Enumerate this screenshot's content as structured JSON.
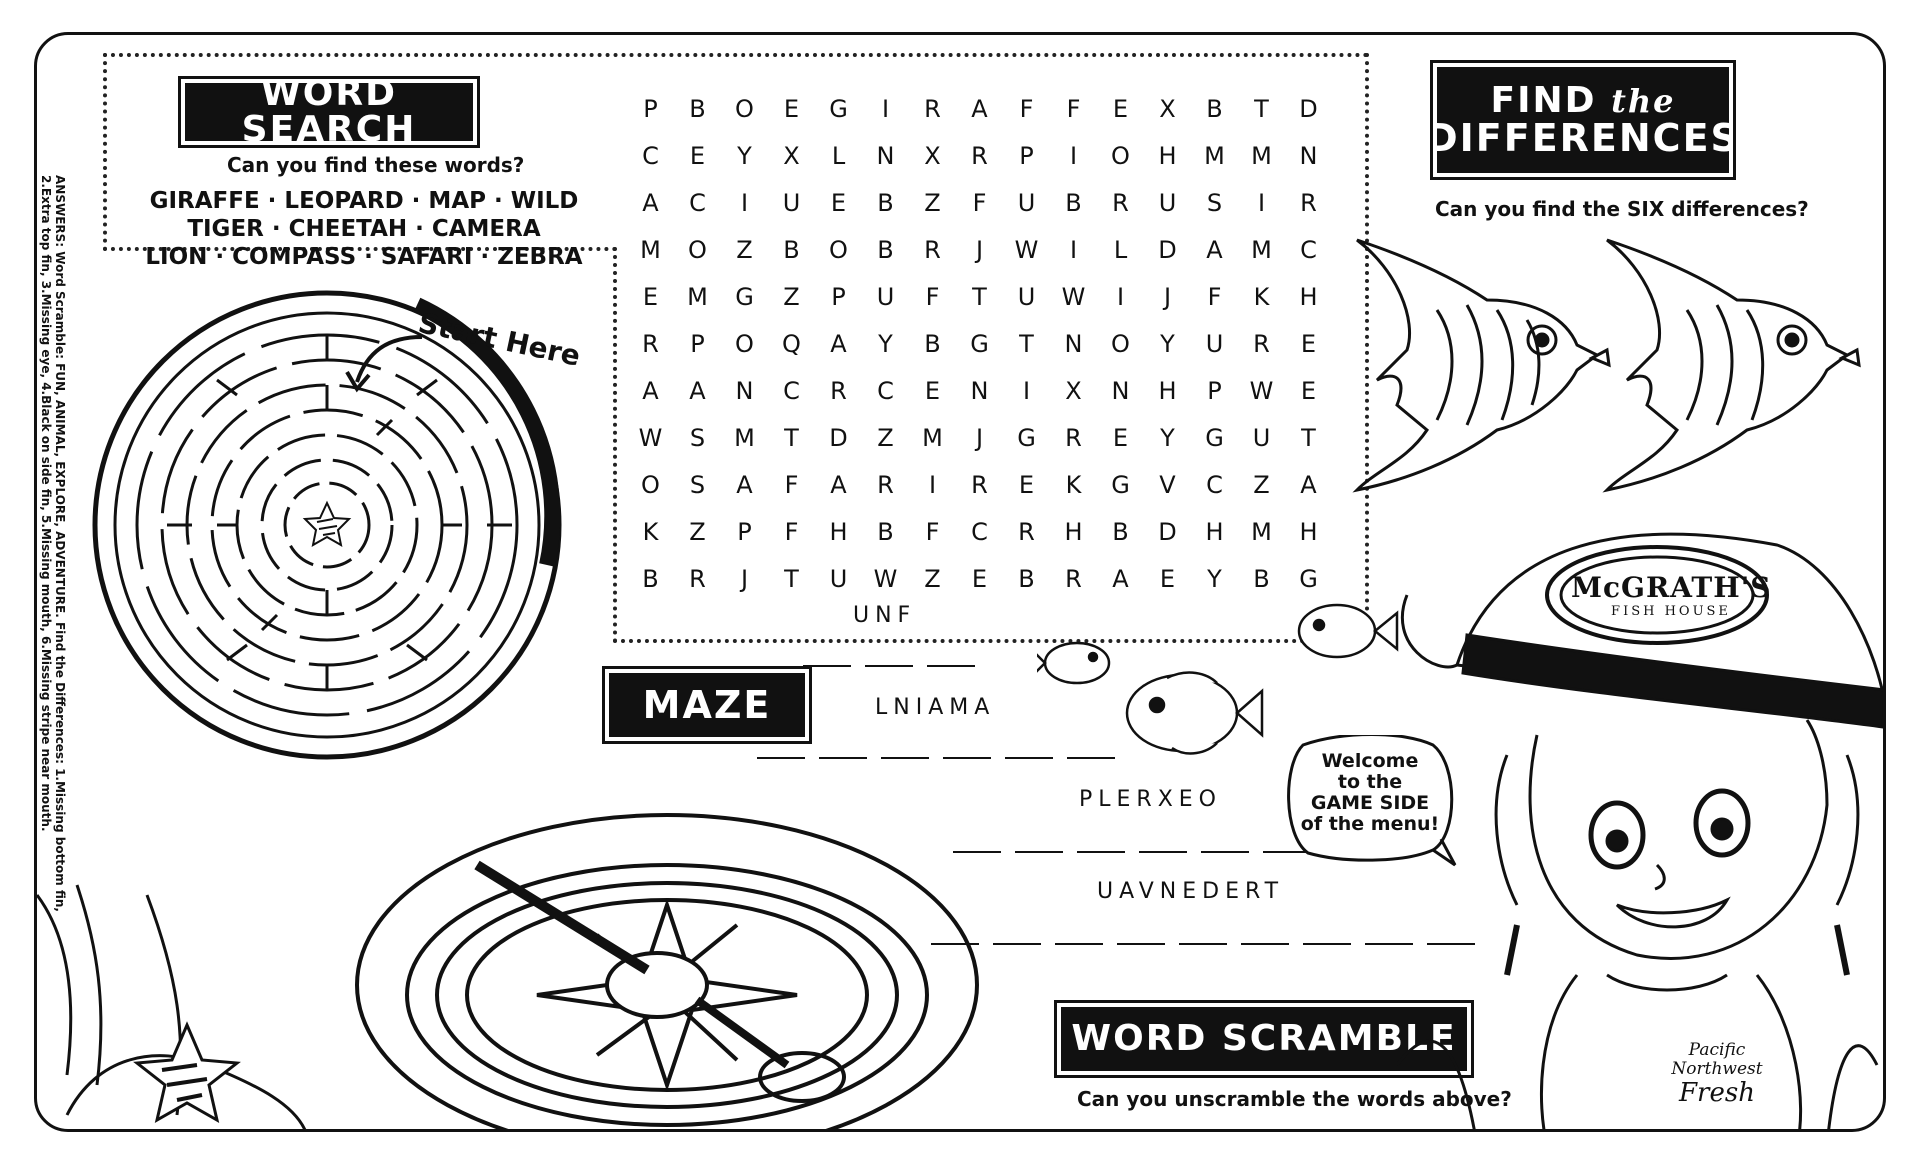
{
  "word_search": {
    "title": "WORD SEARCH",
    "prompt": "Can you find these words?",
    "word_lines": [
      "GIRAFFE · LEOPARD · MAP · WILD",
      "TIGER · CHEETAH · CAMERA",
      "LION · COMPASS · SAFARI · ZEBRA"
    ],
    "grid": [
      [
        "P",
        "B",
        "O",
        "E",
        "G",
        "I",
        "R",
        "A",
        "F",
        "F",
        "E",
        "X",
        "B",
        "T",
        "D"
      ],
      [
        "C",
        "E",
        "Y",
        "X",
        "L",
        "N",
        "X",
        "R",
        "P",
        "I",
        "O",
        "H",
        "M",
        "M",
        "N"
      ],
      [
        "A",
        "C",
        "I",
        "U",
        "E",
        "B",
        "Z",
        "F",
        "U",
        "B",
        "R",
        "U",
        "S",
        "I",
        "R"
      ],
      [
        "M",
        "O",
        "Z",
        "B",
        "O",
        "B",
        "R",
        "J",
        "W",
        "I",
        "L",
        "D",
        "A",
        "M",
        "C"
      ],
      [
        "E",
        "M",
        "G",
        "Z",
        "P",
        "U",
        "F",
        "T",
        "U",
        "W",
        "I",
        "J",
        "F",
        "K",
        "H"
      ],
      [
        "R",
        "P",
        "O",
        "Q",
        "A",
        "Y",
        "B",
        "G",
        "T",
        "N",
        "O",
        "Y",
        "U",
        "R",
        "E"
      ],
      [
        "A",
        "A",
        "N",
        "C",
        "R",
        "C",
        "E",
        "N",
        "I",
        "X",
        "N",
        "H",
        "P",
        "W",
        "E"
      ],
      [
        "W",
        "S",
        "M",
        "T",
        "D",
        "Z",
        "M",
        "J",
        "G",
        "R",
        "E",
        "Y",
        "G",
        "U",
        "T"
      ],
      [
        "O",
        "S",
        "A",
        "F",
        "A",
        "R",
        "I",
        "R",
        "E",
        "K",
        "G",
        "V",
        "C",
        "Z",
        "A"
      ],
      [
        "K",
        "Z",
        "P",
        "F",
        "H",
        "B",
        "F",
        "C",
        "R",
        "H",
        "B",
        "D",
        "H",
        "M",
        "H"
      ],
      [
        "B",
        "R",
        "J",
        "T",
        "U",
        "W",
        "Z",
        "E",
        "B",
        "R",
        "A",
        "E",
        "Y",
        "B",
        "G"
      ]
    ]
  },
  "maze": {
    "title": "MAZE",
    "start_label": "Start Here"
  },
  "differences": {
    "title_line1a": "FIND",
    "title_line1b": "the",
    "title_line2": "DIFFERENCES",
    "prompt": "Can you find the SIX differences?"
  },
  "scramble": {
    "title": "WORD SCRAMBLE",
    "prompt": "Can you unscramble the words above?",
    "words": [
      {
        "scrambled": "UNF",
        "blanks": 3
      },
      {
        "scrambled": "LNIAMA",
        "blanks": 6
      },
      {
        "scrambled": "PLERXEO",
        "blanks": 7
      },
      {
        "scrambled": "UAVNEDERT",
        "blanks": 9
      }
    ]
  },
  "bubble": {
    "lines": [
      "Welcome",
      "to the",
      "GAME SIDE",
      "of the menu!"
    ]
  },
  "branding": {
    "hat_logo": "McGRATH'S",
    "hat_sub": "FISH HOUSE",
    "shirt_lines": [
      "Pacific",
      "Northwest",
      "Fresh"
    ]
  },
  "answers": {
    "line1": "ANSWERS: Word Scramble: FUN, ANIMAL, EXPLORE, ADVENTURE. Find the Differences: 1.Missing bottom fin,",
    "line2": "2.Extra top fin, 3.Missing eye, 4.Black on side fin, 5.Missing mouth, 6.Missing stripe near mouth."
  }
}
